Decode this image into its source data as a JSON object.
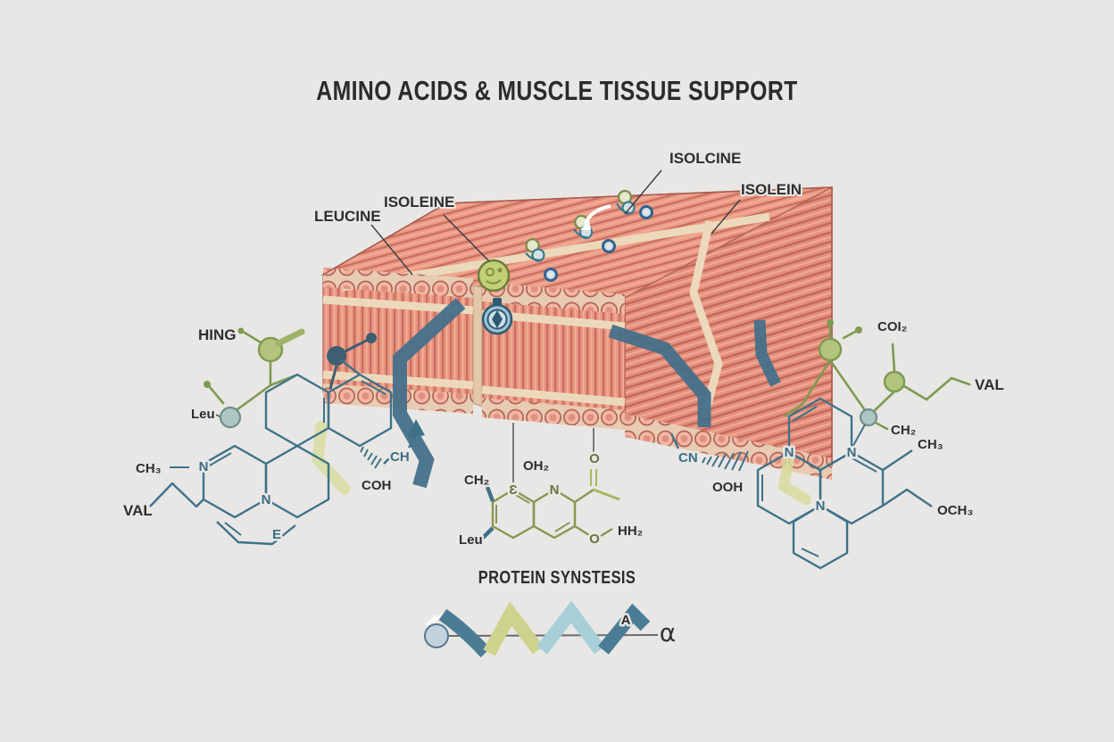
{
  "title": "AMINO ACIDS & MUSCLE TISSUE SUPPORT",
  "section_label": "PROTEIN SYNSTESIS",
  "muscle_labels": {
    "leucine": "LEUCINE",
    "isoleine": "ISOLEINE",
    "isolcine": "ISOLCINE",
    "isolein": "ISOLEIN"
  },
  "left_molecule": {
    "hing": "HING",
    "leu": "Leu",
    "ch3": "CH₃",
    "val": "VAL",
    "n1": "N",
    "n2": "N",
    "e": "E",
    "ch": "CH",
    "coh": "COH"
  },
  "center_molecule": {
    "ch2": "CH₂",
    "oh2": "OH₂",
    "epsilon": "Ɛ",
    "n": "N",
    "o_top": "O",
    "leu": "Leu",
    "o_bottom": "O",
    "hh2": "HH₂"
  },
  "right_molecule": {
    "cn": "CN",
    "ooh": "OOH",
    "n1": "N",
    "n2": "N",
    "n3": "N",
    "coi2": "COI₂",
    "val": "VAL",
    "ch2": "CH₂",
    "ch3": "CH₃",
    "och3": "OCH₃"
  },
  "helix": {
    "a_label": "A",
    "alpha_label": "α"
  },
  "colors": {
    "background": "#e8e7e5",
    "muscle_pink": "#e8937f",
    "muscle_dark": "#c86e5e",
    "muscle_light": "#f3ac97",
    "fiber_end": "#f3b6a2",
    "band_cream": "#ecd9bb",
    "ribbon_teal": "#44708a",
    "molecule_teal": "#3f7289",
    "molecule_olive": "#8a9552",
    "skeleton_green": "#7f9a52",
    "node_green": "#b3c47c",
    "node_blue": "#adc6c3",
    "helix_dark": "#4a7d95",
    "helix_yellow": "#cdd38d",
    "helix_light": "#a8cfd8",
    "text": "#2b2b2b"
  }
}
